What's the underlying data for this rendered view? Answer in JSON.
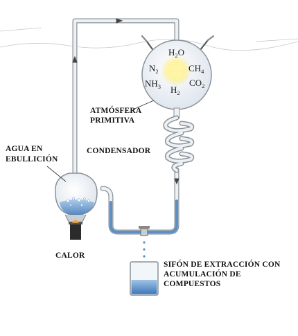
{
  "labels": {
    "boiling_water": [
      "AGUA EN",
      "EBULLICIÓN"
    ],
    "heat": "CALOR",
    "primitive_atmosphere": [
      "ATMÓSFERA",
      "PRIMITIVA"
    ],
    "condenser": "CONDENSADOR",
    "siphon": [
      "SIFÓN DE EXTRACCIÓN CON",
      "ACUMULACIÓN DE",
      "COMPUESTOS"
    ]
  },
  "gases": {
    "water": {
      "base": "H",
      "sub": "2",
      "tail": "O"
    },
    "nitrogen": {
      "base": "N",
      "sub": "2",
      "tail": ""
    },
    "methane": {
      "base": "CH",
      "sub": "4",
      "tail": ""
    },
    "ammonia": {
      "base": "NH",
      "sub": "3",
      "tail": ""
    },
    "carbon_dioxide": {
      "base": "CO",
      "sub": "2",
      "tail": ""
    },
    "hydrogen": {
      "base": "H",
      "sub": "2",
      "tail": ""
    }
  },
  "colors": {
    "tube_glass": "#e9edf2",
    "tube_outline": "#8a9299",
    "water": "#5b8fc6",
    "spark": "#ffe43a",
    "label_text": "#111111"
  }
}
